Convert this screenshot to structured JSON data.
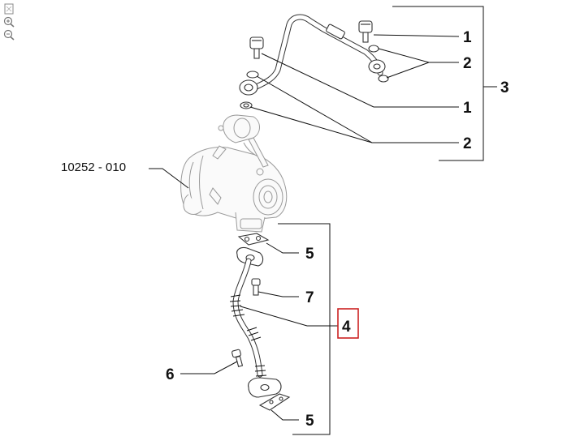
{
  "diagram": {
    "reference_label": "10252 - 010",
    "callouts": [
      {
        "id": "c1a",
        "text": "1"
      },
      {
        "id": "c2a",
        "text": "2"
      },
      {
        "id": "c3",
        "text": "3"
      },
      {
        "id": "c1b",
        "text": "1"
      },
      {
        "id": "c2b",
        "text": "2"
      },
      {
        "id": "c5a",
        "text": "5"
      },
      {
        "id": "c7",
        "text": "7"
      },
      {
        "id": "c4",
        "text": "4"
      },
      {
        "id": "c6",
        "text": "6"
      },
      {
        "id": "c5b",
        "text": "5"
      }
    ],
    "highlight_color": "#cc2222"
  },
  "toolbar": {
    "icons": [
      "fit-page-icon",
      "zoom-in-icon",
      "zoom-out-icon"
    ]
  }
}
